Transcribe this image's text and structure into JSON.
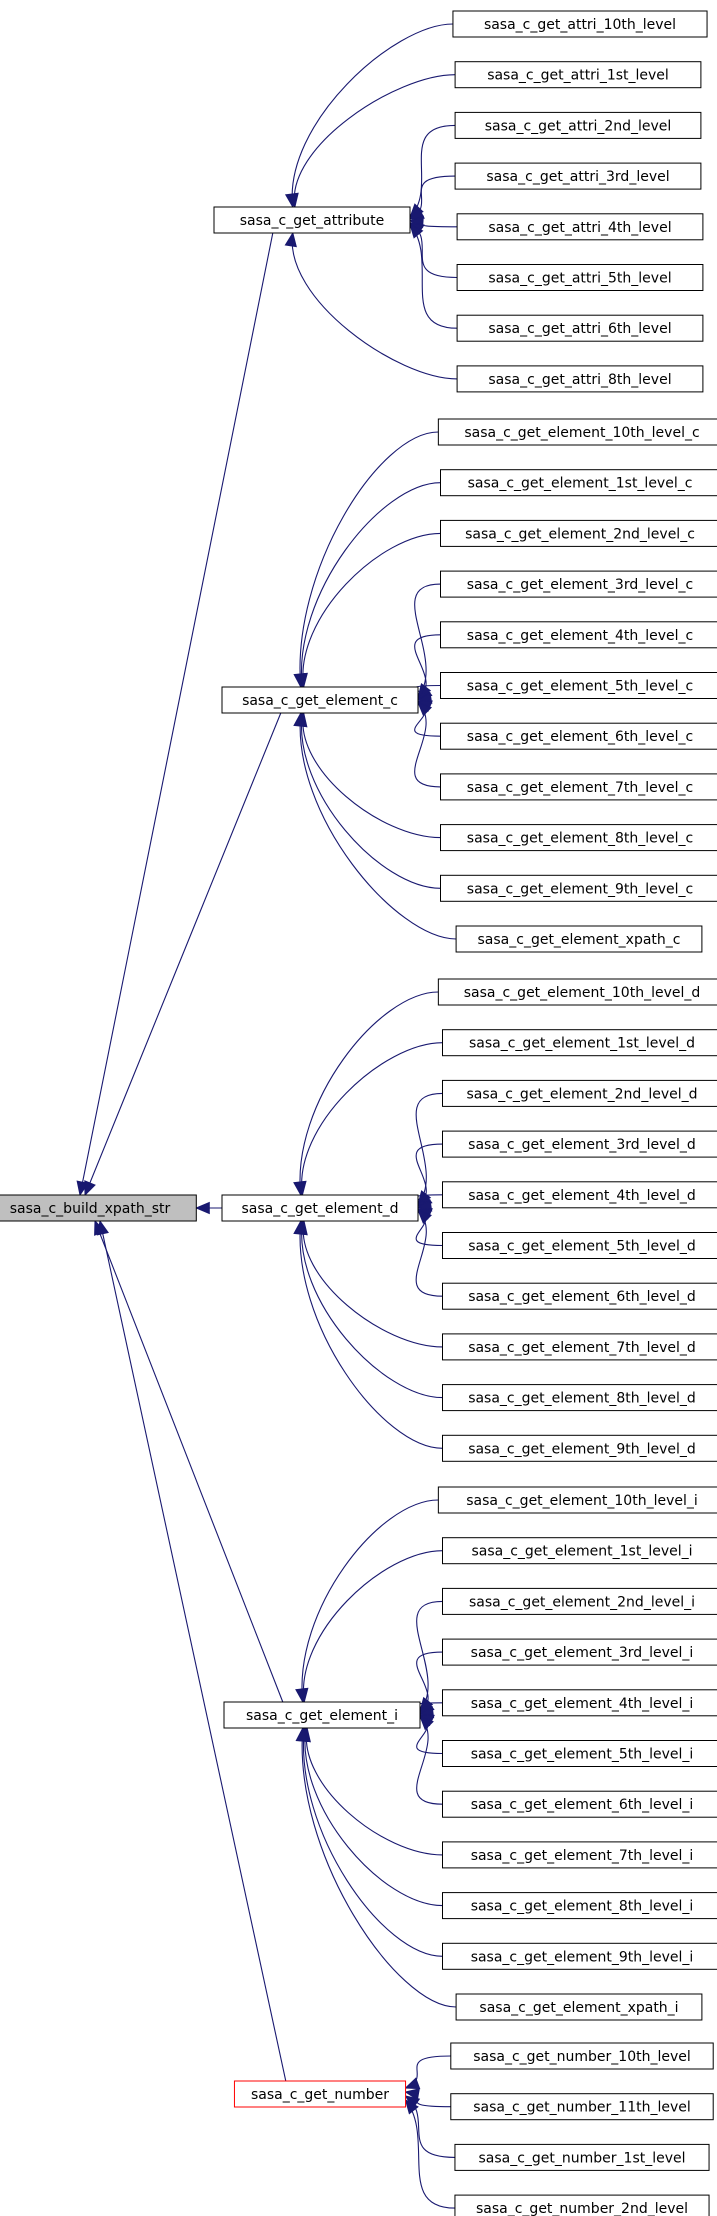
{
  "root": {
    "label": "sasa_c_build_xpath_str"
  },
  "groups": [
    {
      "label": "sasa_c_get_attribute",
      "children": [
        "sasa_c_get_attri_10th_level",
        "sasa_c_get_attri_1st_level",
        "sasa_c_get_attri_2nd_level",
        "sasa_c_get_attri_3rd_level",
        "sasa_c_get_attri_4th_level",
        "sasa_c_get_attri_5th_level",
        "sasa_c_get_attri_6th_level",
        "sasa_c_get_attri_8th_level"
      ]
    },
    {
      "label": "sasa_c_get_element_c",
      "children": [
        "sasa_c_get_element_10th_level_c",
        "sasa_c_get_element_1st_level_c",
        "sasa_c_get_element_2nd_level_c",
        "sasa_c_get_element_3rd_level_c",
        "sasa_c_get_element_4th_level_c",
        "sasa_c_get_element_5th_level_c",
        "sasa_c_get_element_6th_level_c",
        "sasa_c_get_element_7th_level_c",
        "sasa_c_get_element_8th_level_c",
        "sasa_c_get_element_9th_level_c",
        "sasa_c_get_element_xpath_c"
      ]
    },
    {
      "label": "sasa_c_get_element_d",
      "children": [
        "sasa_c_get_element_10th_level_d",
        "sasa_c_get_element_1st_level_d",
        "sasa_c_get_element_2nd_level_d",
        "sasa_c_get_element_3rd_level_d",
        "sasa_c_get_element_4th_level_d",
        "sasa_c_get_element_5th_level_d",
        "sasa_c_get_element_6th_level_d",
        "sasa_c_get_element_7th_level_d",
        "sasa_c_get_element_8th_level_d",
        "sasa_c_get_element_9th_level_d"
      ]
    },
    {
      "label": "sasa_c_get_element_i",
      "children": [
        "sasa_c_get_element_10th_level_i",
        "sasa_c_get_element_1st_level_i",
        "sasa_c_get_element_2nd_level_i",
        "sasa_c_get_element_3rd_level_i",
        "sasa_c_get_element_4th_level_i",
        "sasa_c_get_element_5th_level_i",
        "sasa_c_get_element_6th_level_i",
        "sasa_c_get_element_7th_level_i",
        "sasa_c_get_element_8th_level_i",
        "sasa_c_get_element_9th_level_i",
        "sasa_c_get_element_xpath_i"
      ]
    },
    {
      "label": "sasa_c_get_number",
      "highlight": true,
      "children": [
        "sasa_c_get_number_10th_level",
        "sasa_c_get_number_11th_level",
        "sasa_c_get_number_1st_level",
        "sasa_c_get_number_2nd_level"
      ]
    }
  ],
  "colors": {
    "edge": "#191970",
    "root_fill": "#bfbfbf",
    "highlight_border": "#ff0000"
  }
}
